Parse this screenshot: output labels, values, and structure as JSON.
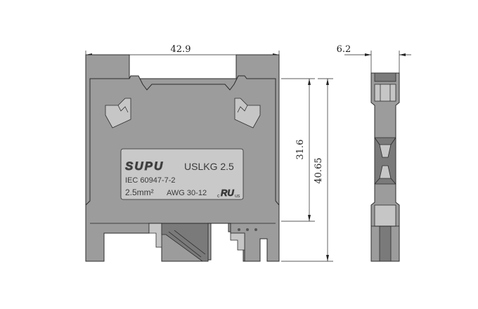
{
  "dimensions": {
    "width": "42.9",
    "depth": "6.2",
    "height_inner": "31.6",
    "height_total": "40.65"
  },
  "label": {
    "brand": "SUPU",
    "model": "USLKG 2.5",
    "standard": "IEC 60947-7-2",
    "cross_section": "2.5mm²",
    "awg": "AWG 30-12",
    "cert_c": "c",
    "cert_ul": "RU",
    "cert_us": "us"
  },
  "colors": {
    "housing": "#9c9c9c",
    "label_plate": "#c9c9c9",
    "line": "#222222"
  }
}
